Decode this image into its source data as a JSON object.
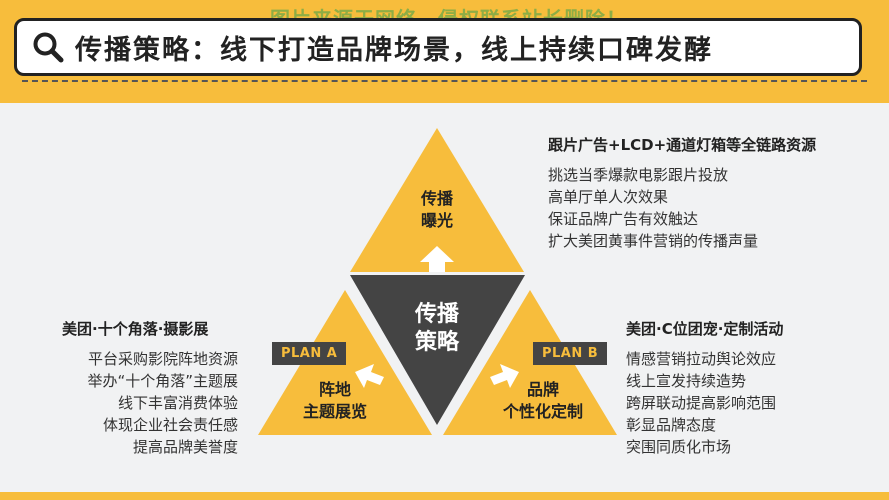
{
  "watermark": "图片来源于网络，侵权联系站长删除！",
  "header": {
    "title": "传播策略：线下打造品牌场景，线上持续口碑发酵"
  },
  "diagram": {
    "center": {
      "line1": "传播",
      "line2": "策略"
    },
    "top": {
      "line1": "传播",
      "line2": "曝光"
    },
    "left": {
      "line1": "阵地",
      "line2": "主题展览",
      "tag": "PLAN A"
    },
    "right": {
      "line1": "品牌",
      "line2": "个性化定制",
      "tag": "PLAN B"
    }
  },
  "blocks": {
    "top_right": {
      "title": "跟片广告+LCD+通道灯箱等全链路资源",
      "items": [
        "挑选当季爆款电影跟片投放",
        "高单厅单人次效果",
        "保证品牌广告有效触达",
        "扩大美团黄事件营销的传播声量"
      ]
    },
    "left": {
      "title": "美团·十个角落·摄影展",
      "items": [
        "平台采购影院阵地资源",
        "举办“十个角落”主题展",
        "线下丰富消费体验",
        "体现企业社会责任感",
        "提高品牌美誉度"
      ]
    },
    "right": {
      "title": "美团·C位团宠·定制活动",
      "items": [
        "情感营销拉动舆论效应",
        "线上宣发持续造势",
        "跨屏联动提高影响范围",
        "彰显品牌态度",
        "突围同质化市场"
      ]
    }
  },
  "colors": {
    "accent": "#f7bd3c",
    "dark": "#444444",
    "background": "#f1f2f3"
  }
}
